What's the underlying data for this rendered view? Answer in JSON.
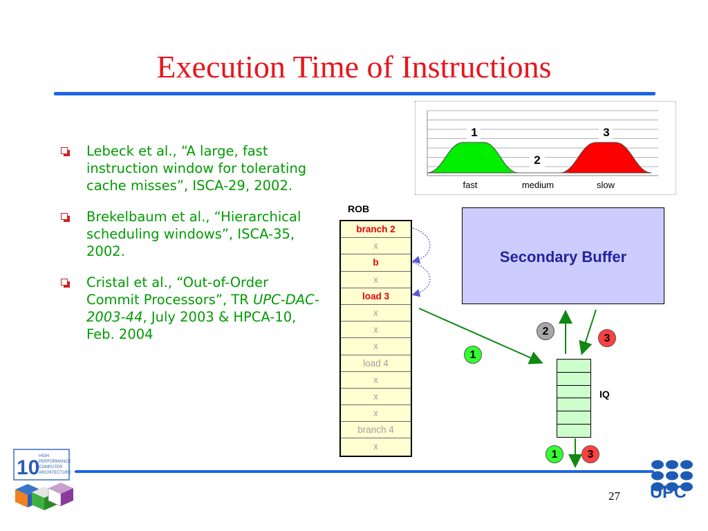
{
  "slide": {
    "title": "Execution Time of Instructions",
    "page_number": "27"
  },
  "bullets": [
    {
      "text": "Lebeck et al., “A large, fast instruction window for tolerating cache misses”, ISCA-29, 2002."
    },
    {
      "text": "Brekelbaum et al., “Hierarchical scheduling windows”, ISCA-35, 2002."
    },
    {
      "pre": "Cristal et al., “Out-of-Order Commit Processors”, TR ",
      "italic": "UPC-DAC-2003-44",
      "post": ", July 2003 & HPCA-10, Feb. 2004"
    }
  ],
  "chart_data": {
    "type": "area",
    "categories": [
      "fast",
      "medium",
      "slow"
    ],
    "peak_labels": [
      "1",
      "2",
      "3"
    ],
    "colors": {
      "fast": "#00ee00",
      "slow": "#ff0000",
      "grid": "#b0b0b0"
    },
    "grid": true
  },
  "rob": {
    "label": "ROB",
    "rows": [
      {
        "text": "branch 2",
        "highlight": true
      },
      {
        "text": "x",
        "highlight": false
      },
      {
        "text": "b",
        "highlight": true
      },
      {
        "text": "x",
        "highlight": false
      },
      {
        "text": "load 3",
        "highlight": true
      },
      {
        "text": "x",
        "highlight": false
      },
      {
        "text": "x",
        "highlight": false
      },
      {
        "text": "x",
        "highlight": false
      },
      {
        "text": "load 4",
        "highlight": false
      },
      {
        "text": "x",
        "highlight": false
      },
      {
        "text": "x",
        "highlight": false
      },
      {
        "text": "x",
        "highlight": false
      },
      {
        "text": "branch 4",
        "highlight": false
      },
      {
        "text": "x",
        "highlight": false
      }
    ]
  },
  "secondary_buffer": {
    "label": "Secondary Buffer"
  },
  "iq": {
    "label": "IQ",
    "slots": 6
  },
  "badges": {
    "sb_out": "2",
    "sb_in": "3",
    "rob_to_iq": "1",
    "issue_fast": "1",
    "issue_slow": "3"
  },
  "logos": {
    "hpc_number": "10",
    "hpc_lines": [
      "HIGH",
      "PERFORMANCE",
      "COMPUTER",
      "ARCHITECTURE"
    ],
    "upc": "UPC"
  },
  "colors": {
    "title": "#e8141c",
    "rule": "#1a64e6",
    "bullet_text": "#009a00",
    "rob_highlight": "#e00000",
    "secondary_buffer": "#ccccff",
    "iq": "#ccffcc",
    "arrow": "#118811",
    "upc_blue": "#1e5bb5"
  }
}
